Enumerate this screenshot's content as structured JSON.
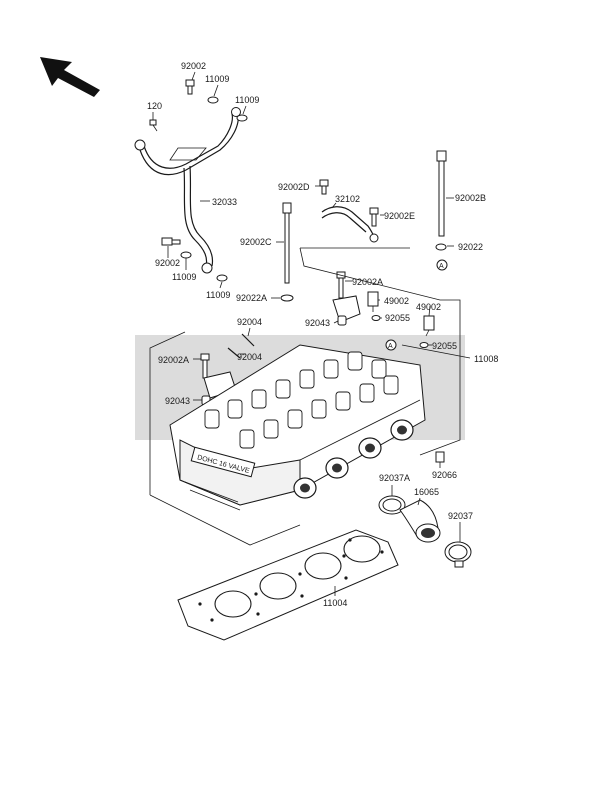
{
  "parts": {
    "p92002_top": "92002",
    "p11009_a": "11009",
    "p11009_b": "11009",
    "p120": "120",
    "p32033": "32033",
    "p92002_b": "92002",
    "p11009_c": "11009",
    "p11009_d": "11009",
    "p92002D": "92002D",
    "p32102": "32102",
    "p92002E": "92002E",
    "p92002C": "92002C",
    "p92002B": "92002B",
    "p92022_r": "92022",
    "pA_r": "A",
    "p92002A_top": "92002A",
    "p92022A": "92022A",
    "p49002_a": "49002",
    "p49002_b": "49002",
    "p92004_a": "92004",
    "p92043_a": "92043",
    "p92055_a": "92055",
    "p92004_b": "92004",
    "p92002A_l": "92002A",
    "p92055_b": "92055",
    "pA_head": "A",
    "p11008": "11008",
    "p92043_b": "92043",
    "p92066": "92066",
    "p92037A": "92037A",
    "p16065": "16065",
    "p92037": "92037",
    "p11004": "11004"
  },
  "engine_text": "DOHC 16 VALVE"
}
